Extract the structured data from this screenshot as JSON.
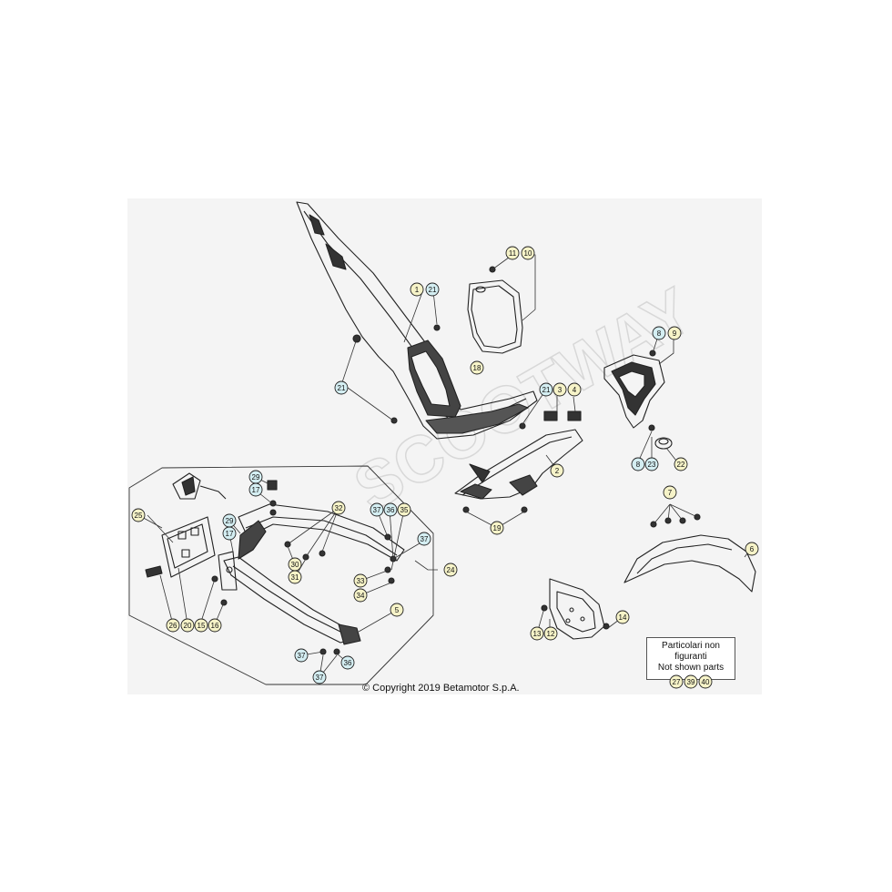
{
  "copyright": "© Copyright 2019 Betamotor S.p.A.",
  "watermark": "SCOOTWAY",
  "note": {
    "line1": "Particolari non figuranti",
    "line2": "Not shown parts",
    "parts": [
      "27",
      "39",
      "40"
    ]
  },
  "colors": {
    "yellow_callout": "#f6f3c8",
    "cyan_callout": "#d4eef2",
    "line": "#222222",
    "background": "#f4f4f4"
  },
  "callouts": [
    {
      "label": "11",
      "tint": "yellow"
    },
    {
      "label": "10",
      "tint": "yellow"
    },
    {
      "label": "1",
      "tint": "yellow"
    },
    {
      "label": "21",
      "tint": "cyan"
    },
    {
      "label": "18",
      "tint": "yellow"
    },
    {
      "label": "21",
      "tint": "cyan"
    },
    {
      "label": "21",
      "tint": "cyan"
    },
    {
      "label": "3",
      "tint": "yellow"
    },
    {
      "label": "4",
      "tint": "yellow"
    },
    {
      "label": "2",
      "tint": "yellow"
    },
    {
      "label": "19",
      "tint": "yellow"
    },
    {
      "label": "8",
      "tint": "cyan"
    },
    {
      "label": "9",
      "tint": "yellow"
    },
    {
      "label": "8",
      "tint": "cyan"
    },
    {
      "label": "23",
      "tint": "cyan"
    },
    {
      "label": "22",
      "tint": "yellow"
    },
    {
      "label": "7",
      "tint": "yellow"
    },
    {
      "label": "6",
      "tint": "yellow"
    },
    {
      "label": "14",
      "tint": "yellow"
    },
    {
      "label": "13",
      "tint": "yellow"
    },
    {
      "label": "12",
      "tint": "yellow"
    },
    {
      "label": "29",
      "tint": "cyan"
    },
    {
      "label": "17",
      "tint": "cyan"
    },
    {
      "label": "25",
      "tint": "yellow"
    },
    {
      "label": "29",
      "tint": "cyan"
    },
    {
      "label": "17",
      "tint": "cyan"
    },
    {
      "label": "32",
      "tint": "yellow"
    },
    {
      "label": "37",
      "tint": "cyan"
    },
    {
      "label": "36",
      "tint": "cyan"
    },
    {
      "label": "35",
      "tint": "yellow"
    },
    {
      "label": "37",
      "tint": "cyan"
    },
    {
      "label": "24",
      "tint": "yellow"
    },
    {
      "label": "30",
      "tint": "yellow"
    },
    {
      "label": "31",
      "tint": "yellow"
    },
    {
      "label": "33",
      "tint": "yellow"
    },
    {
      "label": "34",
      "tint": "yellow"
    },
    {
      "label": "5",
      "tint": "yellow"
    },
    {
      "label": "26",
      "tint": "yellow"
    },
    {
      "label": "20",
      "tint": "yellow"
    },
    {
      "label": "15",
      "tint": "yellow"
    },
    {
      "label": "16",
      "tint": "yellow"
    },
    {
      "label": "37",
      "tint": "cyan"
    },
    {
      "label": "37",
      "tint": "cyan"
    },
    {
      "label": "36",
      "tint": "cyan"
    }
  ]
}
